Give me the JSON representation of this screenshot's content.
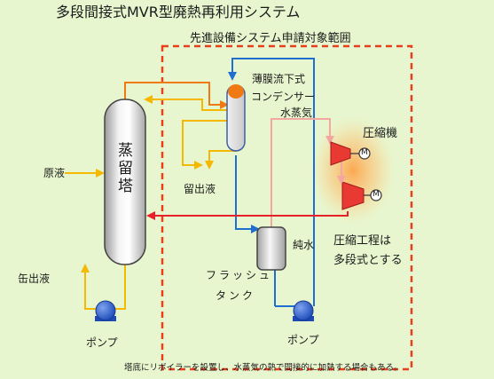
{
  "title": "多段間接式MVR型廃熱再利用システム",
  "region_label": "先進設備システム申請対象範囲",
  "labels": {
    "tower": "蒸留塔",
    "condenser": "薄膜流下式",
    "condenser2": "コンデンサー",
    "steam": "水蒸気",
    "compressor": "圧縮機",
    "distillate": "留出液",
    "raw": "原液",
    "pure_water": "純水",
    "flash": "フラッシュ",
    "tank": "タンク",
    "bottoms": "缶出液",
    "pump_left": "ポンプ",
    "pump_right": "ポンプ",
    "multistage_line1": "圧縮工程は",
    "multistage_line2": "多段式とする",
    "motor_symbol": "M"
  },
  "footnote": "塔底にリボイラーを設置し、水蒸気の熱で間接的に加熱する場合もある。",
  "colors": {
    "region_border": "#e8401a",
    "hot_line": "#f07a12",
    "yellow_line": "#f5b800",
    "blue_line": "#1f6fd0",
    "steam_line": "#f3a7a0",
    "compressor": "#e83a32",
    "pump": "#2b5fd0"
  }
}
